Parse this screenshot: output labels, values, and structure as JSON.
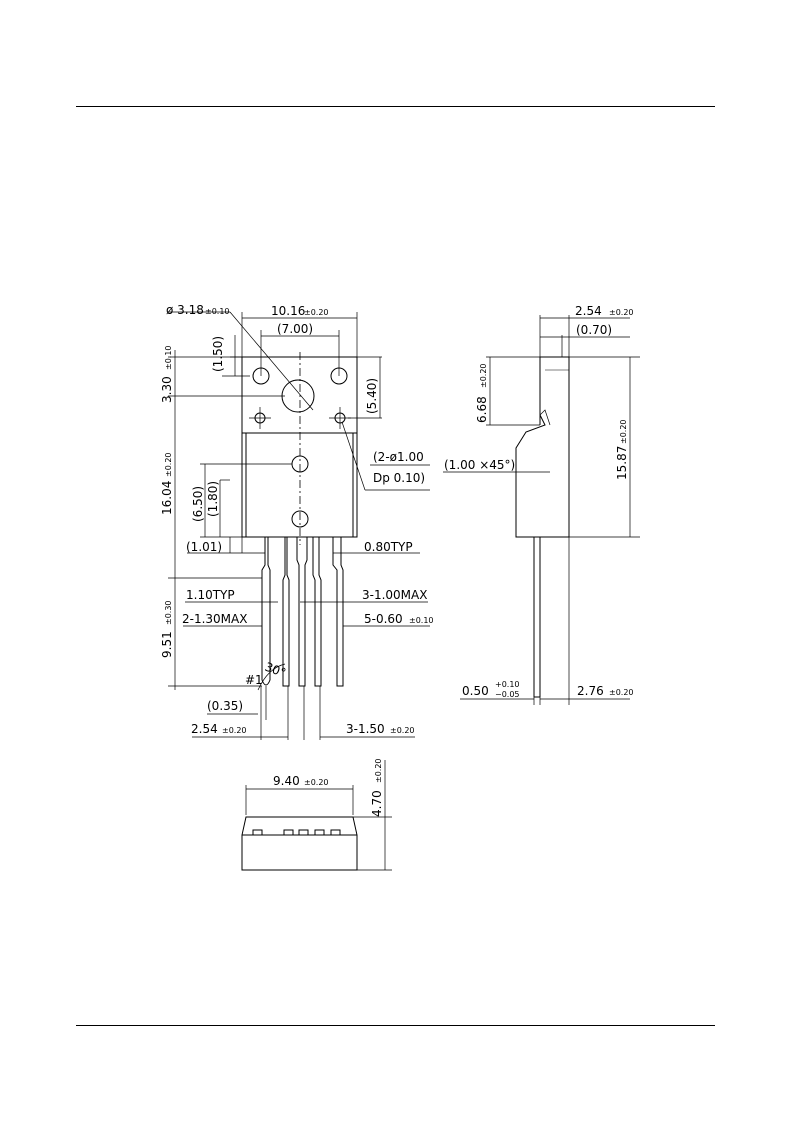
{
  "front_view": {
    "hole_diameter": "ø 3.18",
    "hole_diameter_tol": "±0.10",
    "body_width": "10.16",
    "body_width_tol": "±0.20",
    "hole_spacing": "(7.00)",
    "hole_offset": "(1.50)",
    "tab_height": "3.30",
    "tab_height_tol": "±0.10",
    "mount_hole_height": "(5.40)",
    "body_length": "16.04",
    "body_length_tol": "±0.20",
    "pin_holes": "(2-ø1.00",
    "pin_holes_depth": "Dp  0.10)",
    "upper_ej_height": "(6.50)",
    "lower_ej_height": "(1.80)",
    "side_offset": "(1.01)",
    "lead_thickness": "0.80TYP",
    "lead_bend": "1.10TYP",
    "max_width_3": "3-1.00MAX",
    "max_width_2": "2-1.30MAX",
    "lead_width": "5-0.60",
    "lead_width_tol": "±0.10",
    "lead_length": "9.51",
    "lead_length_tol": "±0.30",
    "angle": "30°",
    "pin1_mark": "#1",
    "tip_width": "(0.35)",
    "pitch": "2.54",
    "pitch_tol": "±0.20",
    "pitch_3": "3-1.50",
    "pitch_3_tol": "±0.20"
  },
  "side_view": {
    "thickness": "2.54",
    "thickness_tol": "±0.20",
    "tab_thickness": "(0.70)",
    "step_height": "6.68",
    "step_height_tol": "±0.20",
    "total_height": "15.87",
    "total_height_tol": "±0.20",
    "chamfer": "(1.00 ×45°)",
    "lead_thk": "0.50",
    "lead_thk_tol_plus": "+0.10",
    "lead_thk_tol_minus": "−0.05",
    "lead_offset": "2.76",
    "lead_offset_tol": "±0.20"
  },
  "bottom_view": {
    "width": "9.40",
    "width_tol": "±0.20",
    "depth": "4.70",
    "depth_tol": "±0.20"
  }
}
